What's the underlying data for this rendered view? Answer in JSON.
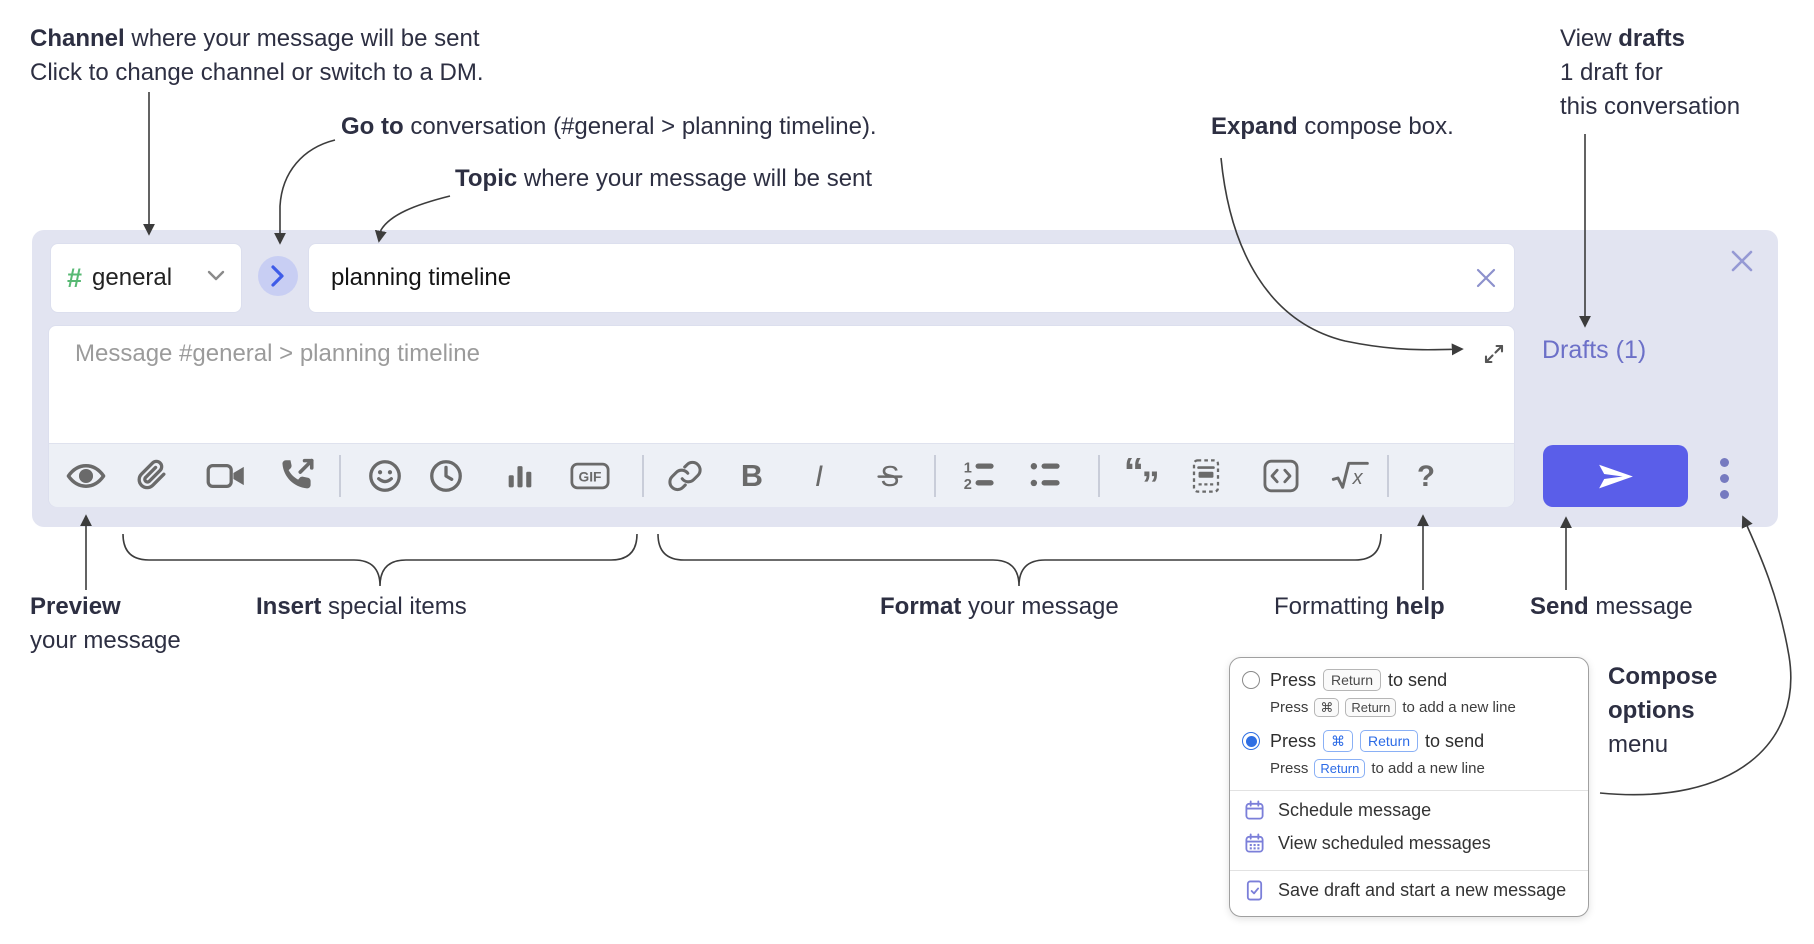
{
  "annotations": {
    "channel": {
      "bold": "Channel",
      "rest": " where your message will be sent",
      "sub": "Click to change channel or switch to a DM."
    },
    "goto": {
      "bold": "Go to",
      "rest": " conversation (#general > planning timeline)."
    },
    "topic": {
      "bold": "Topic",
      "rest": " where your message will be sent"
    },
    "expand": {
      "bold": "Expand",
      "rest": " compose box."
    },
    "view_drafts": {
      "pre": "View ",
      "bold": "drafts",
      "line2": "1 draft for",
      "line3": "this conversation"
    },
    "preview": {
      "bold": "Preview",
      "line2": "your message"
    },
    "insert": {
      "bold": "Insert",
      "rest": " special items"
    },
    "format": {
      "bold": "Format",
      "rest": " your message"
    },
    "formatting_help": {
      "pre": "Formatting ",
      "bold": "help"
    },
    "send": {
      "bold": "Send",
      "rest": " message"
    },
    "compose_options": {
      "line1": "Compose",
      "line2": "options",
      "line3": "menu"
    }
  },
  "compose": {
    "channel_hash": "#",
    "channel_name": "general",
    "topic_value": "planning timeline",
    "message_placeholder": "Message #general > planning timeline",
    "drafts_link": "Drafts (1)"
  },
  "toolbar": {
    "icons": [
      "preview",
      "attach-file",
      "video-call",
      "voice-call",
      "emoji",
      "global-time",
      "poll",
      "gif",
      "link",
      "bold",
      "italic",
      "strikethrough",
      "numbered-list",
      "bulleted-list",
      "quote",
      "spoiler",
      "code",
      "math",
      "help"
    ],
    "gif_label": "GIF",
    "bold_label": "B",
    "italic_label": "I",
    "strike_label": "S",
    "ol_num1": "1",
    "ol_num2": "2",
    "quote_open": "“",
    "quote_close": "”",
    "math_x": "x",
    "help_label": "?"
  },
  "popup": {
    "option1": {
      "press": "Press",
      "key": "Return",
      "suffix": "to send",
      "sub_press": "Press",
      "sub_key1": "⌘",
      "sub_key2": "Return",
      "sub_suffix": "to add a new line"
    },
    "option2": {
      "press": "Press",
      "key1": "⌘",
      "key2": "Return",
      "suffix": "to send",
      "sub_press": "Press",
      "sub_key": "Return",
      "sub_suffix": "to add a new line"
    },
    "items": [
      {
        "label": "Schedule message"
      },
      {
        "label": "View scheduled messages"
      },
      {
        "label": "Save draft and start a new message"
      }
    ]
  },
  "colors": {
    "accent": "#5a5ee9",
    "container": "#e2e4f1",
    "hash_green": "#58b974",
    "drafts_purple": "#6c70c8",
    "key_blue": "#2c6be6",
    "menu_icon_purple": "#7b7fd9"
  }
}
